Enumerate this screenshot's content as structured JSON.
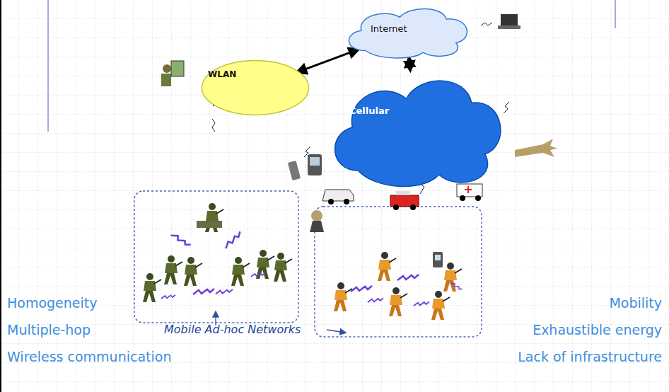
{
  "diagram": {
    "nodes": [
      {
        "text": [
          "Internet"
        ]
      },
      {
        "text": [
          "WLAN"
        ]
      },
      {
        "text": [
          "Cellular"
        ]
      }
    ],
    "edges": [
      {
        "from": 1,
        "to": 0,
        "arrow": "both"
      },
      {
        "from": 0,
        "to": 2,
        "arrow": "both"
      }
    ],
    "labels": [
      "Mobile Ad-hoc Networks",
      "Homogeneity",
      "Multiple-hop",
      "Wireless communication",
      "Mobility",
      "Exhaustible energy",
      "Lack of infrastructure"
    ]
  }
}
